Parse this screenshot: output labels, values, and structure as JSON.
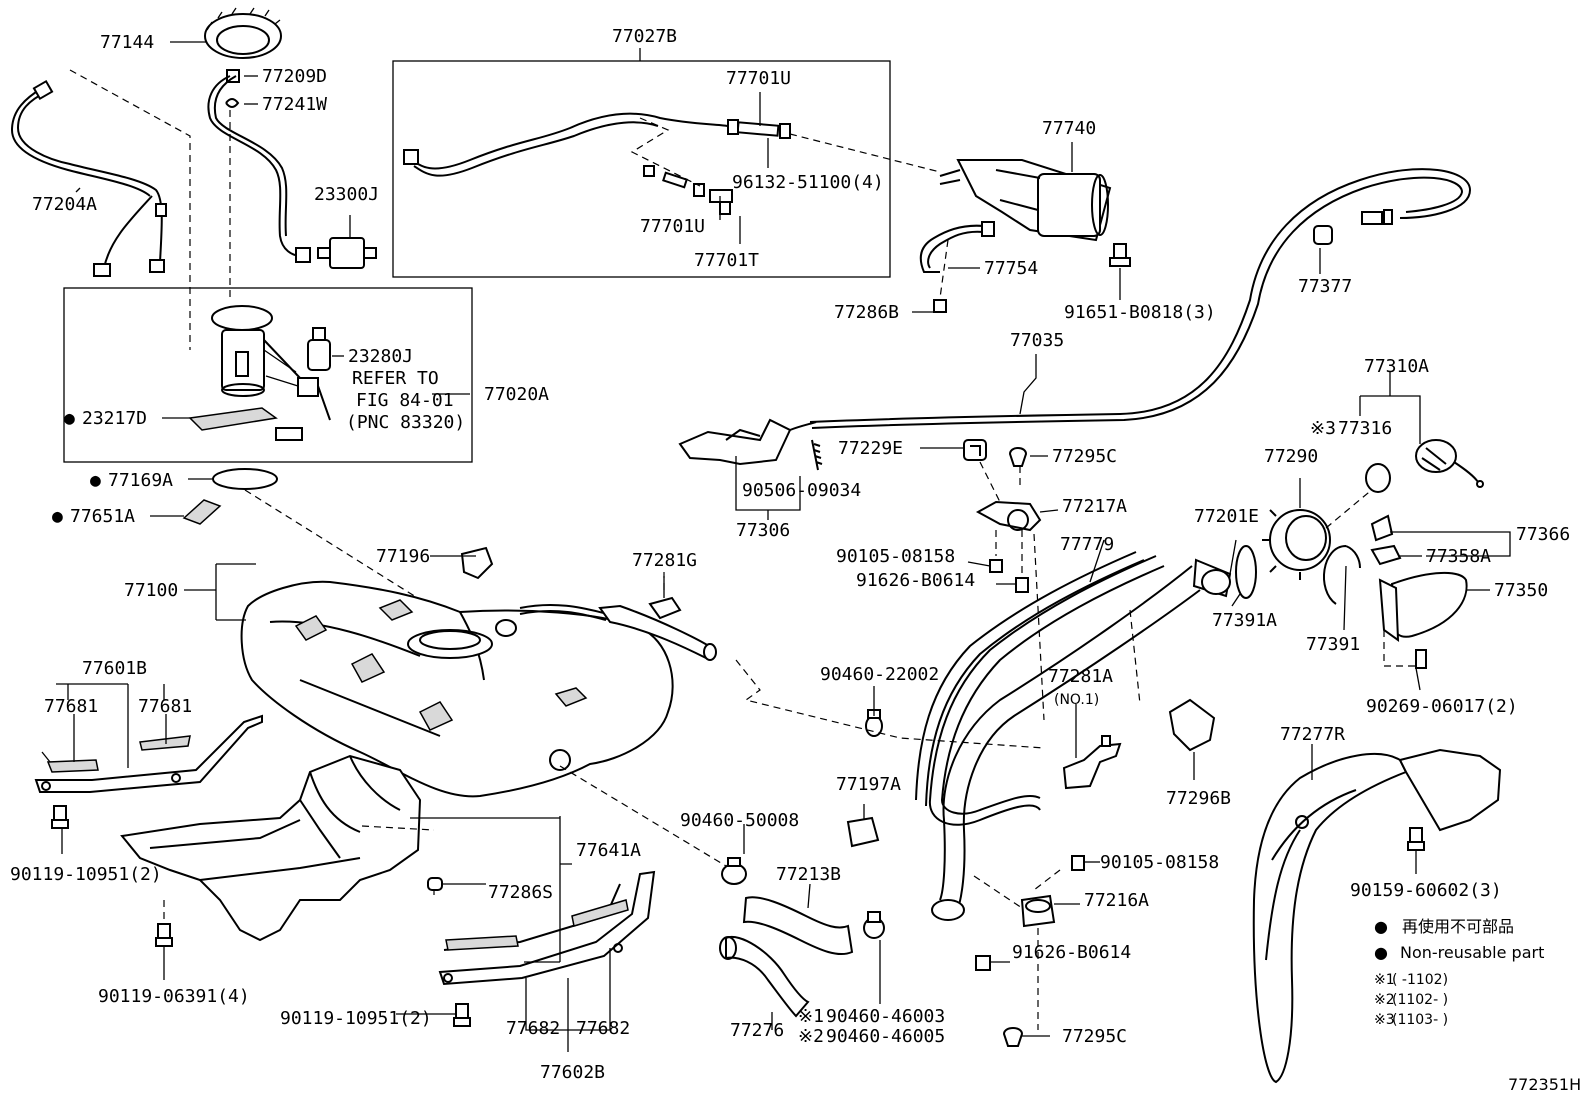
{
  "labels": {
    "p77144": "77144",
    "p77209D": "77209D",
    "p77241W": "77241W",
    "p77204A": "77204A",
    "p23300J": "23300J",
    "p23280J": "23280J",
    "refer1": "REFER TO",
    "refer2": "FIG 84-01",
    "refer3": "(PNC 83320)",
    "p77020A": "77020A",
    "p23217D": "23217D",
    "p77169A": "77169A",
    "p77651A": "77651A",
    "p77027B": "77027B",
    "p77701U_a": "77701U",
    "p96132": "96132-51100(4)",
    "p77701U_b": "77701U",
    "p77701T": "77701T",
    "p77740": "77740",
    "p77754": "77754",
    "p77286B": "77286B",
    "p91651": "91651-B0818(3)",
    "p77377": "77377",
    "p77035": "77035",
    "p77310A": "77310A",
    "p77316": "77316",
    "p77229E": "77229E",
    "p77295C_a": "77295C",
    "p90506": "90506-09034",
    "p77306": "77306",
    "p77217A": "77217A",
    "p90105_a": "90105-08158",
    "p91626_a": "91626-B0614",
    "p77779": "77779",
    "p77201E": "77201E",
    "p77290": "77290",
    "p77366": "77366",
    "p77358A": "77358A",
    "p77350": "77350",
    "p77391A": "77391A",
    "p77391": "77391",
    "p90269": "90269-06017(2)",
    "p77196": "77196",
    "p77100": "77100",
    "p77281G": "77281G",
    "p77601B": "77601B",
    "p77681_a": "77681",
    "p77681_b": "77681",
    "p90119_a": "90119-10951(2)",
    "p90460_22002": "90460-22002",
    "p77281A": "77281A",
    "p77281A_no": "(NO.1)",
    "p77296B": "77296B",
    "p77277R": "77277R",
    "p77197A": "77197A",
    "p77641A": "77641A",
    "p90460_50008": "90460-50008",
    "p77213B": "77213B",
    "p90105_b": "90105-08158",
    "p90159": "90159-60602(3)",
    "p77286S": "77286S",
    "p77216A": "77216A",
    "p91626_b": "91626-B0614",
    "p90119_b": "90119-06391(4)",
    "p90119_c": "90119-10951(2)",
    "p77682_a": "77682",
    "p77682_b": "77682",
    "p77602B": "77602B",
    "p77276": "77276",
    "p90460_46003": "90460-46003",
    "p90460_46005": "90460-46005",
    "p77295C_b": "77295C",
    "figure_code": "772351H"
  },
  "marks": {
    "footnote_1": "※1",
    "footnote_2": "※2",
    "footnote_3": "※3",
    "bullet": "●"
  },
  "legend": {
    "nonreusable_jp": "再使用不可部品",
    "nonreusable_en": "Non-reusable part",
    "note1": "(     -1102)",
    "note2": "(1102-     )",
    "note3": "(1103-     )"
  },
  "colors": {
    "ink": "#000000",
    "background": "#ffffff"
  }
}
